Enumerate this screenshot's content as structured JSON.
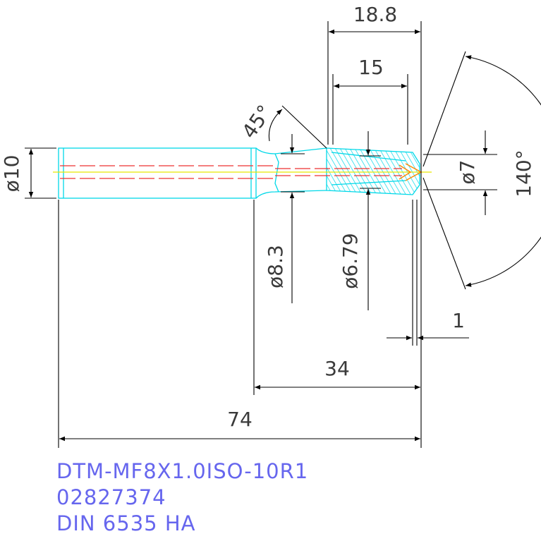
{
  "dimensions": {
    "overall_length": "74",
    "neck_length": "34",
    "flute_length": "18.8",
    "thread_length": "15",
    "shank_diameter": "ø10",
    "neck_diameter": "ø8.3",
    "core_diameter": "ø6.79",
    "tip_diameter": "ø7",
    "chamfer_angle": "45°",
    "point_angle": "140°",
    "tip_offset": "1"
  },
  "title_block": {
    "line1": "DTM-MF8X1.0ISO-10R1",
    "line2": "02827374",
    "line3": "DIN 6535 HA"
  },
  "colors": {
    "dimension": "#000000",
    "tool_outline": "#00d8e8",
    "centerline": "#e8e800",
    "coolant": "#ee3030",
    "drill_tip": "#ff8800",
    "title_text": "#6666ee"
  }
}
